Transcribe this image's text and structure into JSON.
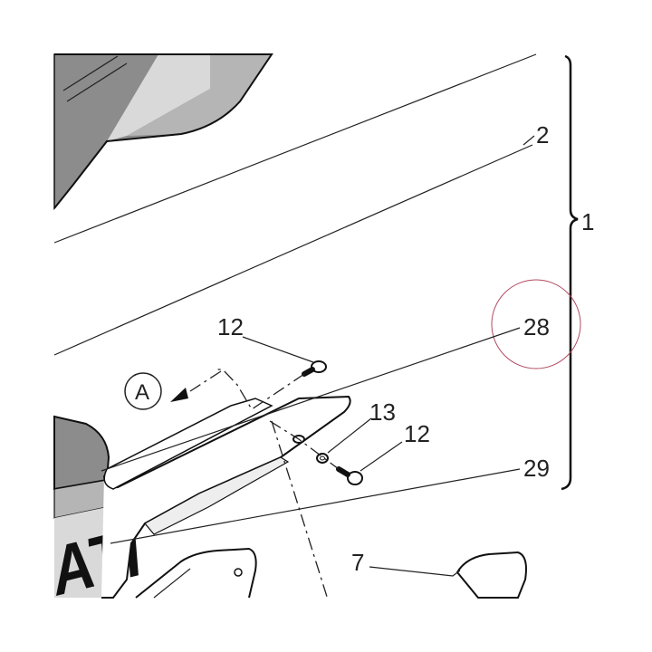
{
  "callouts": {
    "c1": "1",
    "c2": "2",
    "c28": "28",
    "c29": "29",
    "c12a": "12",
    "c12b": "12",
    "c13": "13",
    "c7": "7",
    "view_a": "A"
  },
  "brand_fragment": "ATI",
  "colors": {
    "line": "#222222",
    "panel_dark": "#8c8c8c",
    "panel_mid": "#b5b5b5",
    "panel_light": "#d9d9d9",
    "highlight_circle": "#b04a60"
  }
}
